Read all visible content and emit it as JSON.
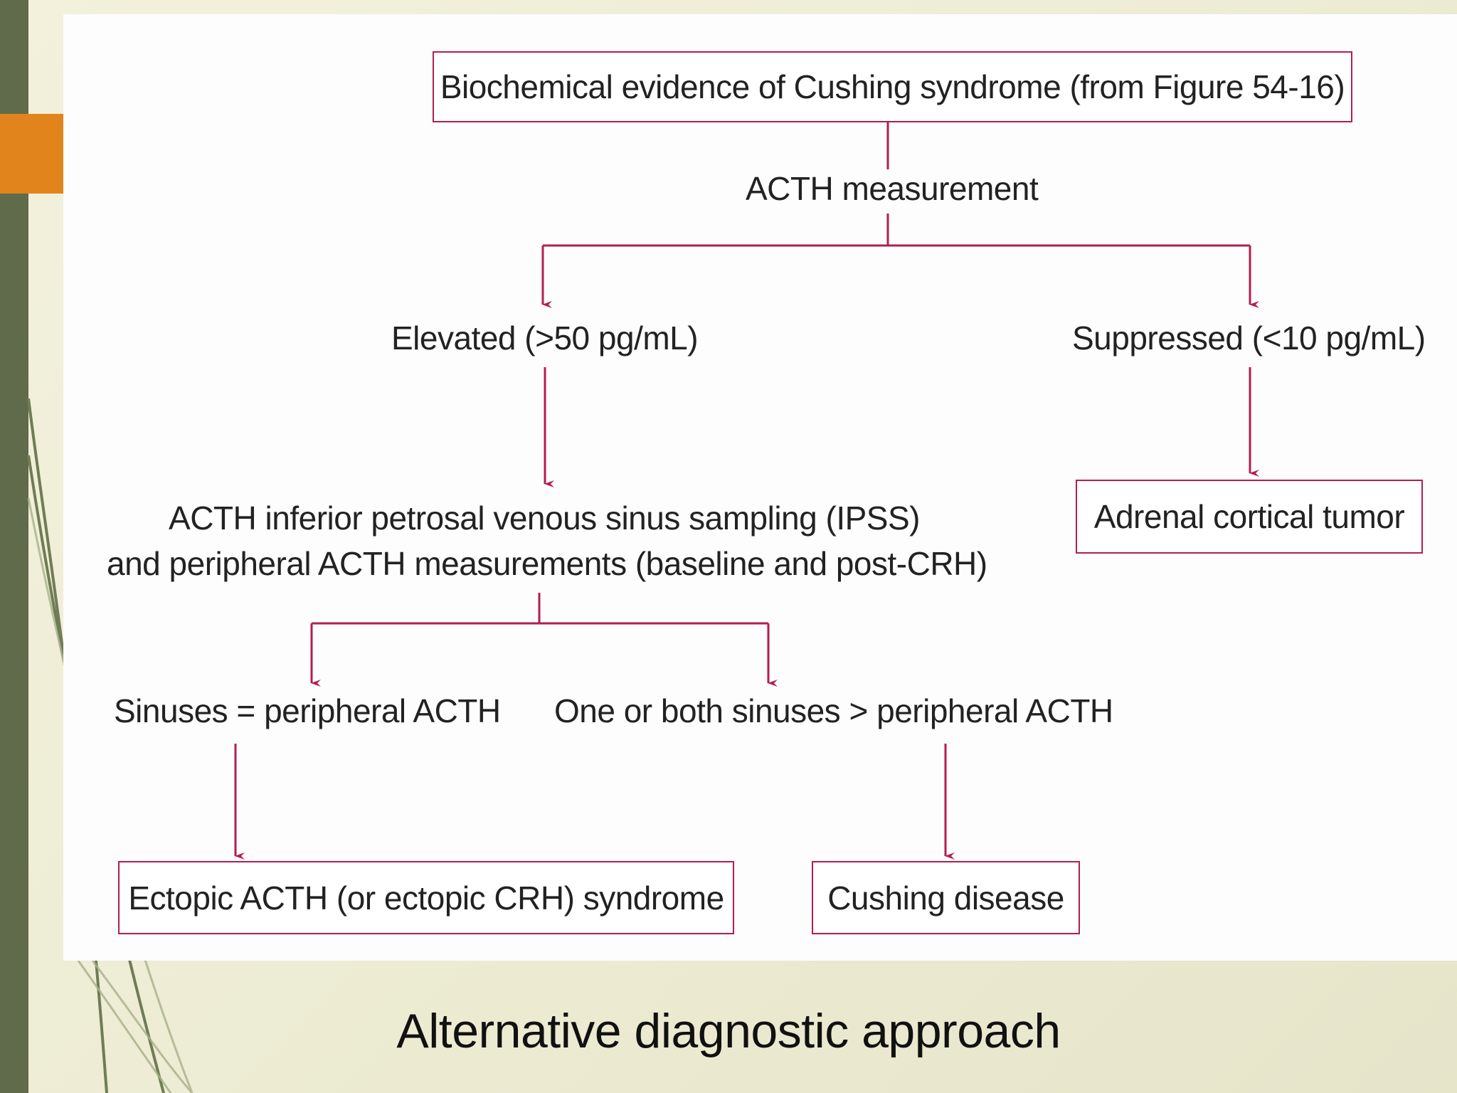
{
  "diagram": {
    "top_box": "Biochemical evidence of Cushing syndrome (from Figure 54-16)",
    "acth_measurement": "ACTH measurement",
    "elevated": "Elevated (>50 pg/mL)",
    "suppressed": "Suppressed (<10 pg/mL)",
    "ipss_line1": "ACTH inferior petrosal venous sinus sampling (IPSS)",
    "ipss_line2": "and peripheral ACTH measurements (baseline and post-CRH)",
    "adrenal_tumor": "Adrenal cortical tumor",
    "sinuses_equal": "Sinuses = peripheral ACTH",
    "sinuses_greater": "One or both sinuses > peripheral ACTH",
    "ectopic": "Ectopic ACTH (or ectopic CRH) syndrome",
    "cushing_disease": "Cushing disease"
  },
  "slide": {
    "caption": "Alternative diagnostic approach"
  },
  "colors": {
    "connector": "#b31e4e",
    "accent": "#e0841b",
    "sidebar": "#5f6b4b"
  }
}
